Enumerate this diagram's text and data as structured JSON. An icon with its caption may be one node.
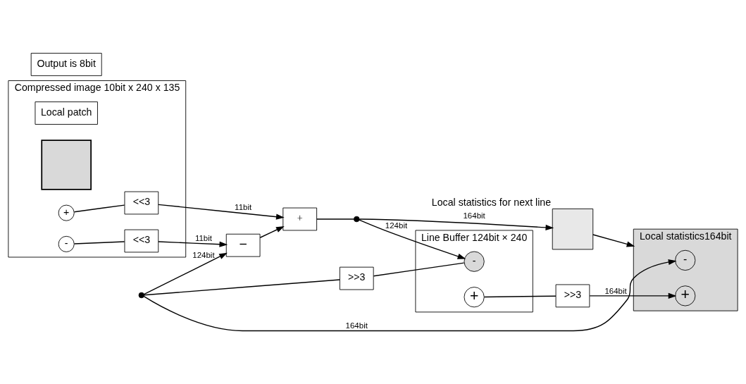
{
  "diagram": {
    "nodes": [
      {
        "text": [
          "Compressed image 10bit x 240 x 135"
        ]
      },
      {
        "text": [
          "Output is 8bit"
        ]
      },
      {
        "text": [
          "Local patch"
        ],
        "in": 0
      },
      {
        "text": [],
        "shape": "box",
        "in": 0
      },
      {
        "text": [
          "-"
        ],
        "in": 0
      },
      {
        "text": [
          "+"
        ],
        "in": 0
      },
      {
        "text": [
          "<<3"
        ],
        "in": 0
      },
      {
        "text": [
          "<<3"
        ],
        "in": 0
      },
      {
        "text": [
          "−"
        ]
      },
      {
        "text": [
          "+"
        ]
      },
      {
        "text": [],
        "shape": "circle"
      },
      {
        "text": [],
        "shape": "circle"
      },
      {
        "text": [
          "Local statistics164bit"
        ]
      },
      {
        "text": [
          "-"
        ],
        "in": 12
      },
      {
        "text": [
          "+"
        ],
        "in": 12
      },
      {
        "text": [],
        "shape": "box",
        "beside": [
          "Local statistics for next line"
        ]
      },
      {
        "text": [
          ">>3"
        ]
      },
      {
        "text": [
          ">>3"
        ]
      },
      {
        "text": [
          "Line Buffer 124bit × 240"
        ]
      },
      {
        "text": [
          "-"
        ],
        "in": 18
      },
      {
        "text": [
          "+"
        ],
        "in": 18
      }
    ],
    "edges": [
      {
        "from": 4,
        "to": 6,
        "arrow": "none"
      },
      {
        "from": 6,
        "to": 8,
        "arrow": "to",
        "label": "11bit"
      },
      {
        "from": 5,
        "to": 7,
        "arrow": "none"
      },
      {
        "from": 7,
        "to": 9,
        "arrow": "to",
        "label": "11bit"
      },
      {
        "from": 10,
        "to": 8,
        "arrow": "to",
        "label": "124bit"
      },
      {
        "from": 10,
        "to": 13,
        "arrow": "to",
        "label": "164bit"
      },
      {
        "from": 8,
        "to": 9,
        "arrow": "to"
      },
      {
        "from": 9,
        "to": 11,
        "arrow": "none"
      },
      {
        "from": 11,
        "to": 15,
        "arrow": "to",
        "label": "164bit"
      },
      {
        "from": 11,
        "to": 19,
        "arrow": "to",
        "label": "124bit"
      },
      {
        "from": 10,
        "to": 16,
        "arrow": "none"
      },
      {
        "from": 16,
        "to": 19,
        "arrow": "none"
      },
      {
        "from": 15,
        "to": 12,
        "arrow": "to"
      },
      {
        "from": 20,
        "to": 17,
        "arrow": "none"
      },
      {
        "from": 17,
        "to": 14,
        "arrow": "to",
        "label": "164bit"
      }
    ]
  }
}
